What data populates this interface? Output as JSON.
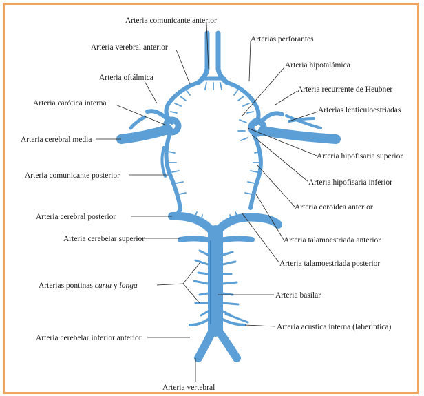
{
  "title": "",
  "colors": {
    "frame": "#f0a35e",
    "vessel": "#5b9fd6",
    "vessel_dark": "#3e86c4",
    "text": "#1b1b1b"
  },
  "labels": {
    "comunicante_anterior": "Arteria comunicante anterior",
    "cerebral_anterior": "Arteria verebral anterior",
    "perforantes": "Arterias perforantes",
    "oftalmica": "Arteria oftálmica",
    "hipotalamica": "Arteria hipotalámica",
    "recurrente_heubner": "Arteria recurrente de Heubner",
    "carotida_interna": "Arteria carótica interna",
    "lenticuloestriadas": "Arterias lenticuloestriadas",
    "cerebral_media": "Arteria cerebral media",
    "hipofisaria_superior": "Arteria hipofisaria superior",
    "comunicante_posterior": "Arteria comunicante posterior",
    "hipofisaria_inferior": "Arteria hipofisaria inferior",
    "coroidea_anterior": "Arteria coroidea anterior",
    "cerebral_posterior": "Arteria cerebral posterior",
    "talamoestriada_anterior": "Arteria talamoestriada anterior",
    "cerebelar_superior": "Arteria cerebelar superior",
    "talamoestriada_posterior": "Arteria talamoestriada posterior",
    "pontinas_prefix": "Arterias pontinas ",
    "pontinas_curta": "curta",
    "pontinas_y": " y ",
    "pontinas_longa": "longa",
    "basilar": "Arteria basilar",
    "acustica_interna": "Arteria acústica interna (laberíntica)",
    "cerebelar_inferior_anterior": "Arteria cerebelar inferior anterior",
    "vertebral": "Arteria vertebral"
  }
}
